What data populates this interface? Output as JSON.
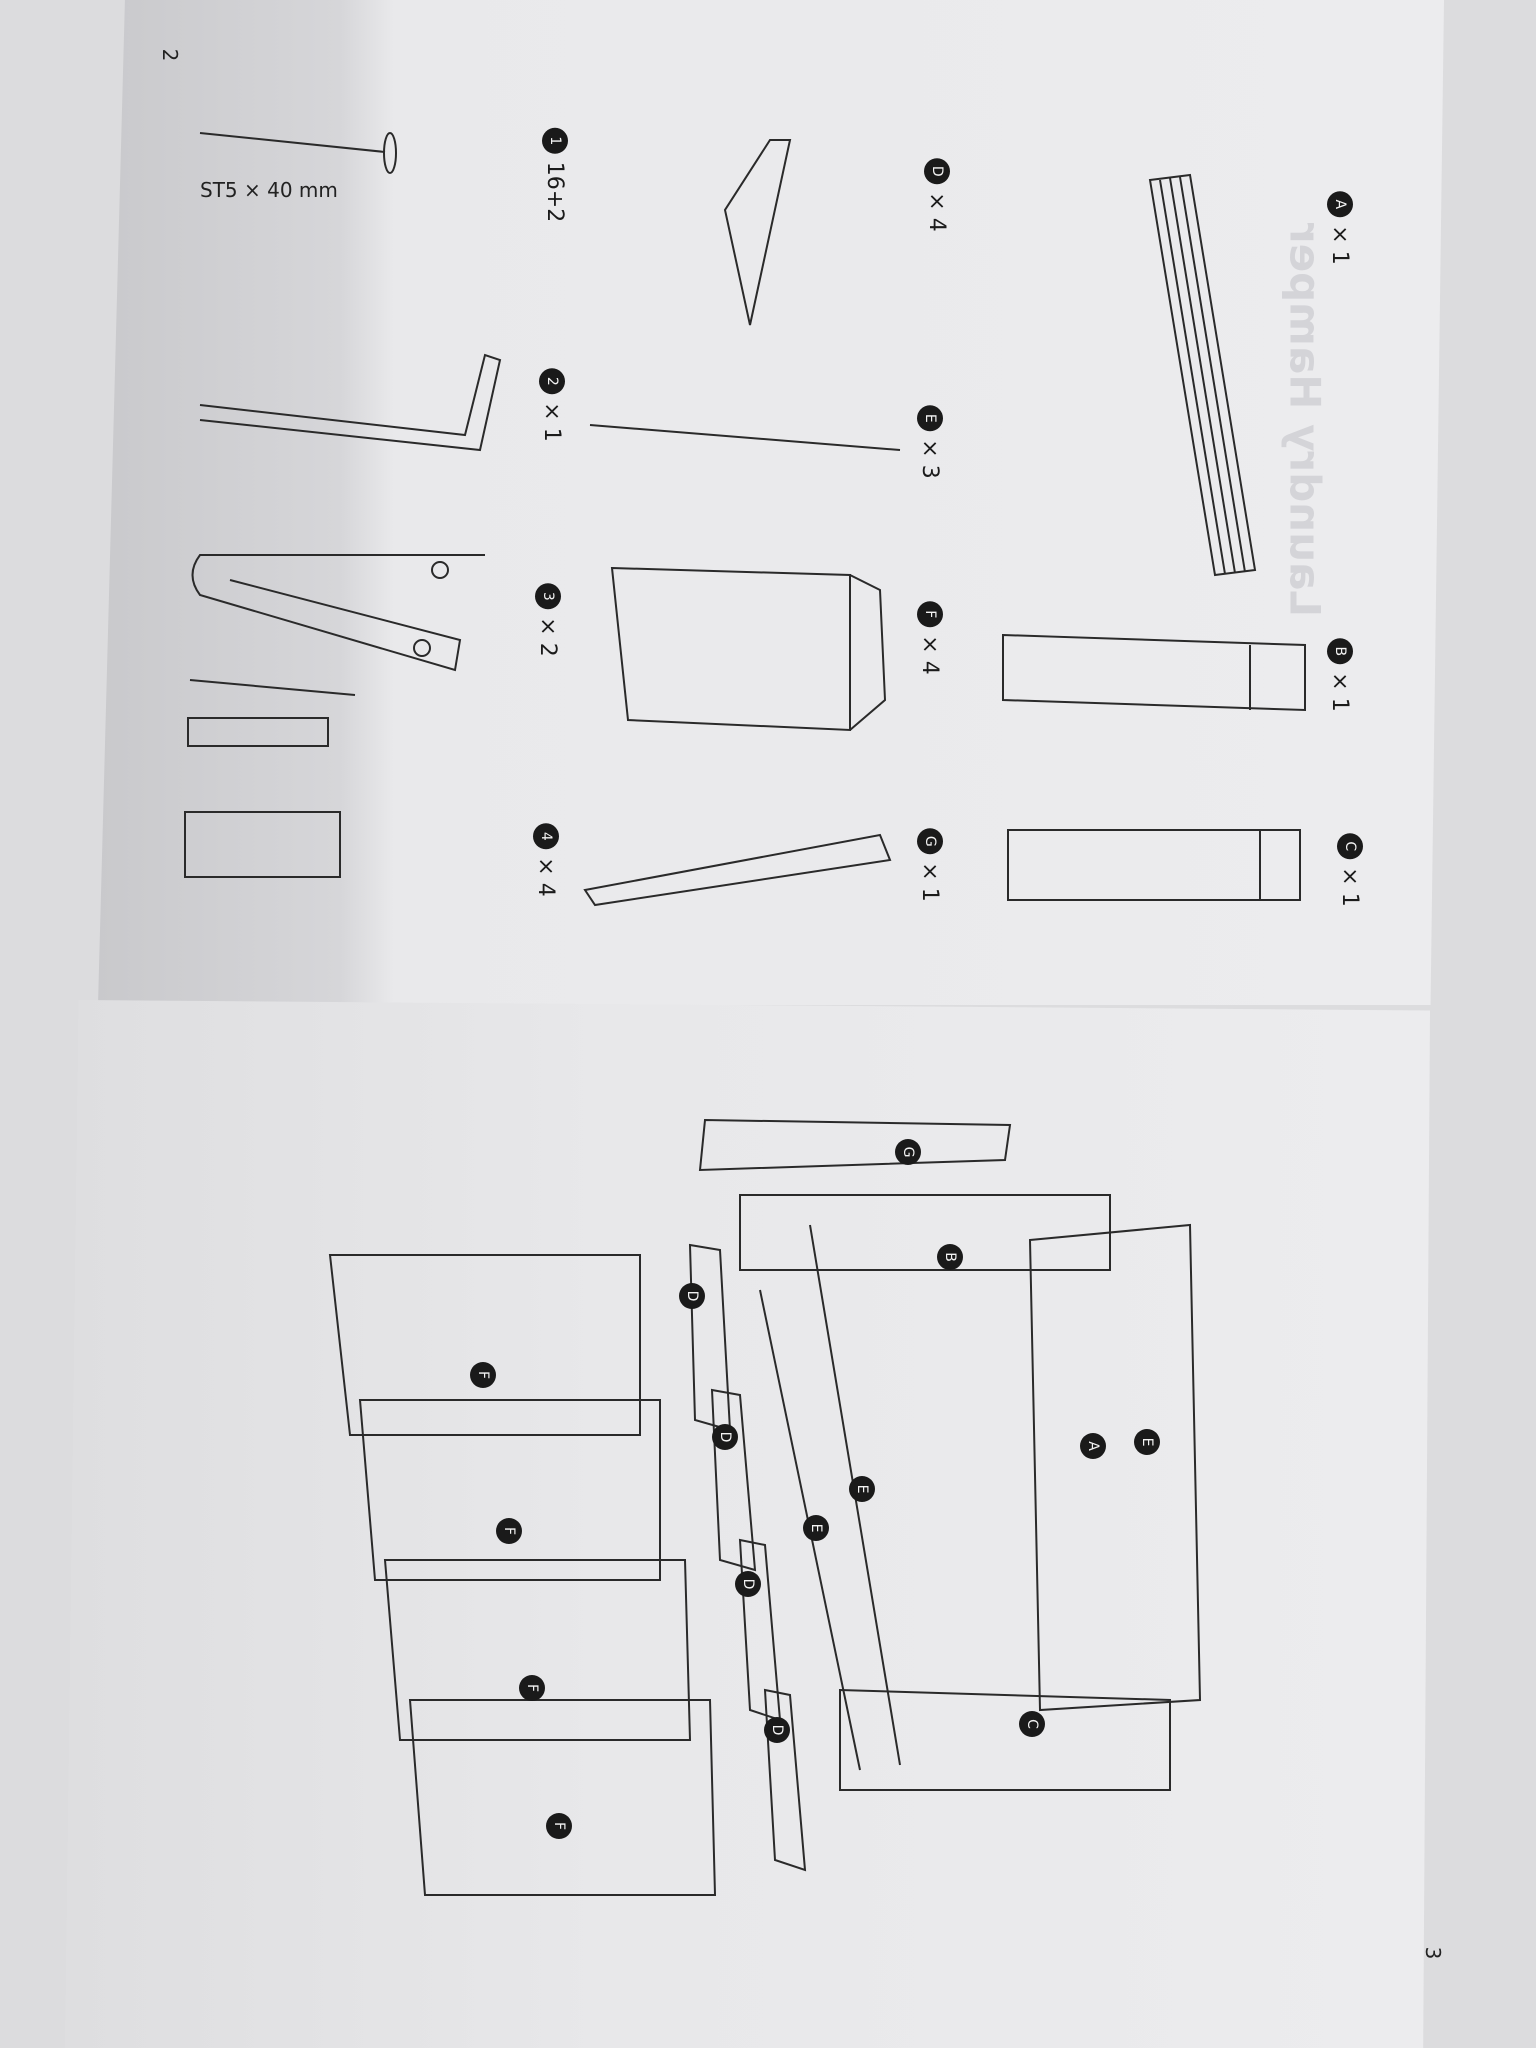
{
  "bleed_through_title": "Laundry Hamper",
  "parts_list": [
    {
      "id": "A",
      "qty": "× 1"
    },
    {
      "id": "B",
      "qty": "× 1"
    },
    {
      "id": "C",
      "qty": "× 1"
    },
    {
      "id": "D",
      "qty": "× 4"
    },
    {
      "id": "E",
      "qty": "× 3"
    },
    {
      "id": "F",
      "qty": "× 4"
    },
    {
      "id": "G",
      "qty": "× 1"
    }
  ],
  "hardware": [
    {
      "id": "1",
      "qty": "16+2",
      "spec": "ST5 × 40 mm"
    },
    {
      "id": "2",
      "qty": "× 1"
    },
    {
      "id": "3",
      "qty": "× 2"
    },
    {
      "id": "4",
      "qty": "× 4"
    }
  ],
  "diagram_labels": [
    "G",
    "B",
    "A",
    "E",
    "E",
    "E",
    "C",
    "D",
    "D",
    "D",
    "D",
    "F",
    "F",
    "F",
    "F"
  ],
  "page_numbers": {
    "left": "2",
    "right": "3"
  }
}
